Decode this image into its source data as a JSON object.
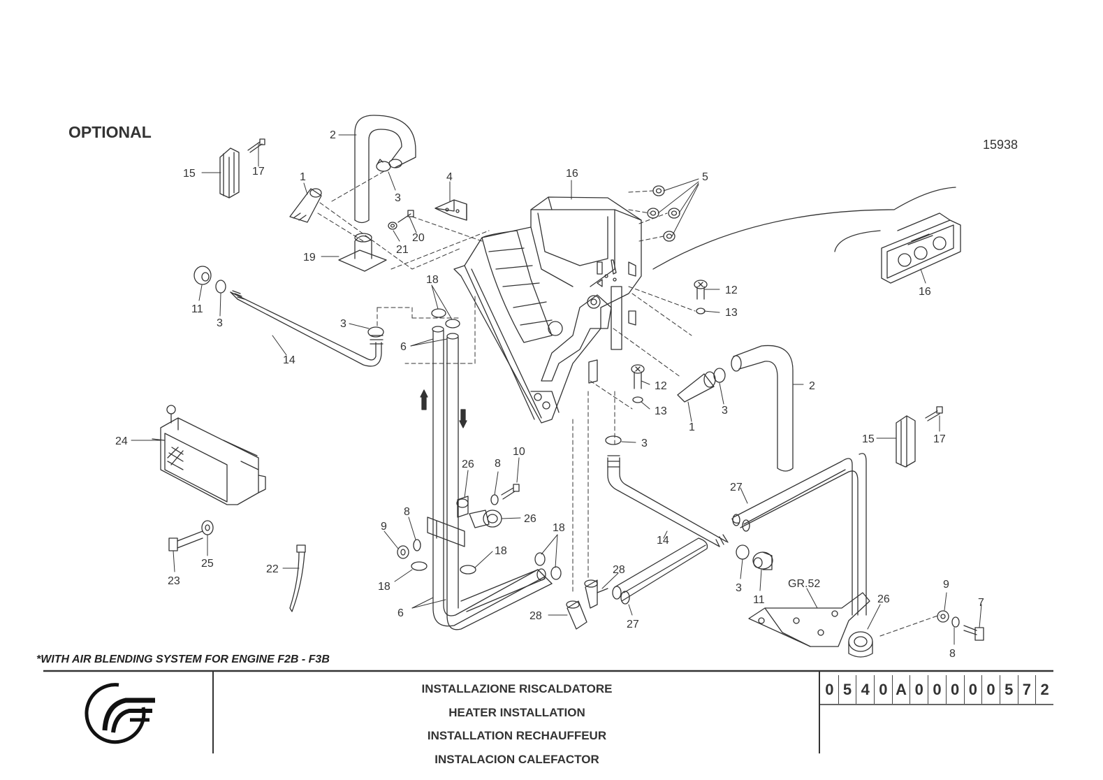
{
  "optional_label": "OPTIONAL",
  "drawing_number": "15938",
  "footnote": "*WITH AIR BLENDING SYSTEM FOR ENGINE F2B - F3B",
  "titles": {
    "it": "INSTALLAZIONE RISCALDATORE",
    "en": "HEATER INSTALLATION",
    "fr": "INSTALLATION RECHAUFFEUR",
    "es": "INSTALACION CALEFACTOR"
  },
  "part_code": [
    "0",
    "5",
    "4",
    "0",
    "A",
    "0",
    "0",
    "0",
    "0",
    "0",
    "5",
    "7",
    "2"
  ],
  "group_ref": "GR.52",
  "callouts": {
    "c2a": "2",
    "c1a": "1",
    "c3a": "3",
    "c15a": "15",
    "c17a": "17",
    "c4": "4",
    "c16a": "16",
    "c5": "5",
    "c15938": "",
    "c20": "20",
    "c21": "21",
    "c19": "19",
    "c16b": "16",
    "c11a": "11",
    "c3b": "3",
    "c18a": "18",
    "c12a": "12",
    "c13a": "13",
    "c3c": "3",
    "c6a": "6",
    "c14a": "14",
    "c12b": "12",
    "c2b": "2",
    "c13b": "13",
    "c1b": "1",
    "c3d": "3",
    "c24": "24",
    "c15b": "15",
    "c17b": "17",
    "c3e": "3",
    "c26a": "26",
    "c8a": "8",
    "c10": "10",
    "c27a": "27",
    "c26b": "26",
    "c9a": "9",
    "c8b": "8",
    "c18b": "18",
    "c14b": "14",
    "c23": "23",
    "c25": "25",
    "c22": "22",
    "c18c": "18",
    "c18d": "18",
    "c28a": "28",
    "c3f": "3",
    "c11b": "11",
    "c9b": "9",
    "c7": "7",
    "c26c": "26",
    "c6b": "6",
    "c28b": "28",
    "c27b": "27",
    "c8c": "8"
  }
}
